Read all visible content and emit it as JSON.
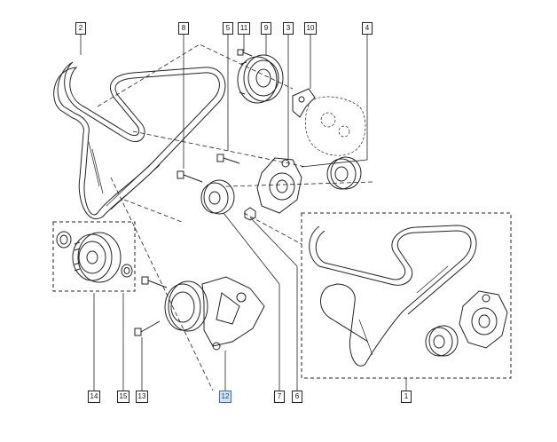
{
  "diagram": {
    "callouts": [
      {
        "id": "c2",
        "label": "2"
      },
      {
        "id": "c8",
        "label": "8"
      },
      {
        "id": "c5",
        "label": "5"
      },
      {
        "id": "c11",
        "label": "11"
      },
      {
        "id": "c9",
        "label": "9"
      },
      {
        "id": "c3",
        "label": "3"
      },
      {
        "id": "c10",
        "label": "10"
      },
      {
        "id": "c4",
        "label": "4"
      },
      {
        "id": "c14",
        "label": "14"
      },
      {
        "id": "c15",
        "label": "15"
      },
      {
        "id": "c13",
        "label": "13"
      },
      {
        "id": "c12",
        "label": "12",
        "selected": true
      },
      {
        "id": "c7",
        "label": "7"
      },
      {
        "id": "c6",
        "label": "6"
      },
      {
        "id": "c1",
        "label": "1"
      }
    ],
    "colors": {
      "line": "#222222",
      "part_fill": "#ffffff",
      "highlight": "#cfe3f7",
      "highlight_border": "#3a6ea5"
    }
  }
}
